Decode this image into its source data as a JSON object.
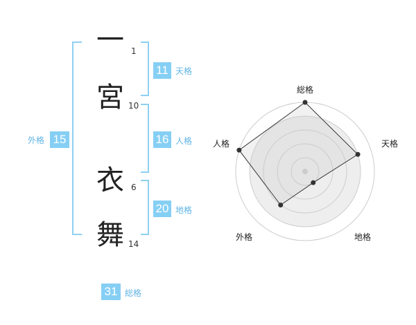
{
  "characters": [
    {
      "char": "一",
      "strokes": "1"
    },
    {
      "char": "宮",
      "strokes": "10"
    },
    {
      "char": "衣",
      "strokes": "6"
    },
    {
      "char": "舞",
      "strokes": "14"
    }
  ],
  "fortunes": {
    "tenkaku": {
      "value": "11",
      "label": "天格"
    },
    "jinkaku": {
      "value": "16",
      "label": "人格"
    },
    "chikaku": {
      "value": "20",
      "label": "地格"
    },
    "gaikaku": {
      "value": "15",
      "label": "外格"
    },
    "soukaku": {
      "value": "31",
      "label": "総格"
    }
  },
  "chart_data": {
    "type": "radar",
    "axes": [
      "総格",
      "天格",
      "地格",
      "外格",
      "人格"
    ],
    "values": [
      5,
      4,
      1,
      3,
      5
    ],
    "max": 5,
    "grid": true
  },
  "colors": {
    "accent": "#86cff4",
    "bracket": "#8ed0f2",
    "label": "#62b5e5"
  }
}
